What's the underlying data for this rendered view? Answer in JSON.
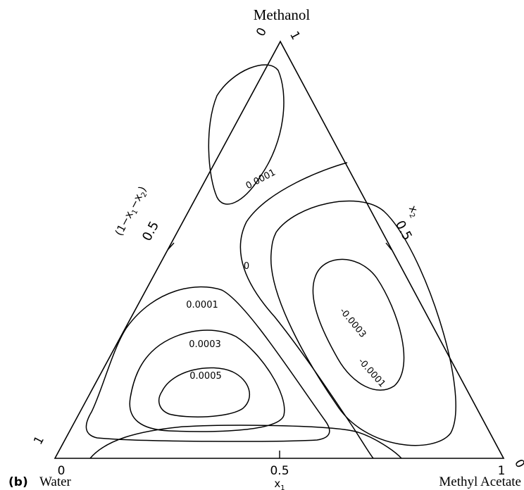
{
  "figure": {
    "panel_label": "(b)",
    "vertex_labels": {
      "top": "Methanol",
      "bottom_left": "Water",
      "bottom_right": "Methyl Acetate"
    },
    "axes": {
      "bottom": {
        "label": "x",
        "label_subscript": "1",
        "ticks": [
          "0",
          "0.5",
          "1"
        ]
      },
      "right": {
        "label": "x",
        "label_subscript": "2",
        "ticks": [
          "0",
          "0.5",
          "1"
        ]
      },
      "left": {
        "label": "(1−x",
        "label_sub_a": "1",
        "label_mid": "−x",
        "label_sub_b": "2",
        "label_end": ")",
        "ticks": [
          "0",
          "0.5",
          "1"
        ]
      }
    },
    "contour_labels": {
      "upper_region": "0.0001",
      "zero_line": "0",
      "lower_outer": "0.0001",
      "lower_mid": "0.0003",
      "lower_inner": "0.0005",
      "right_inner": "-0.0003",
      "right_outer": "-0.0001"
    }
  }
}
